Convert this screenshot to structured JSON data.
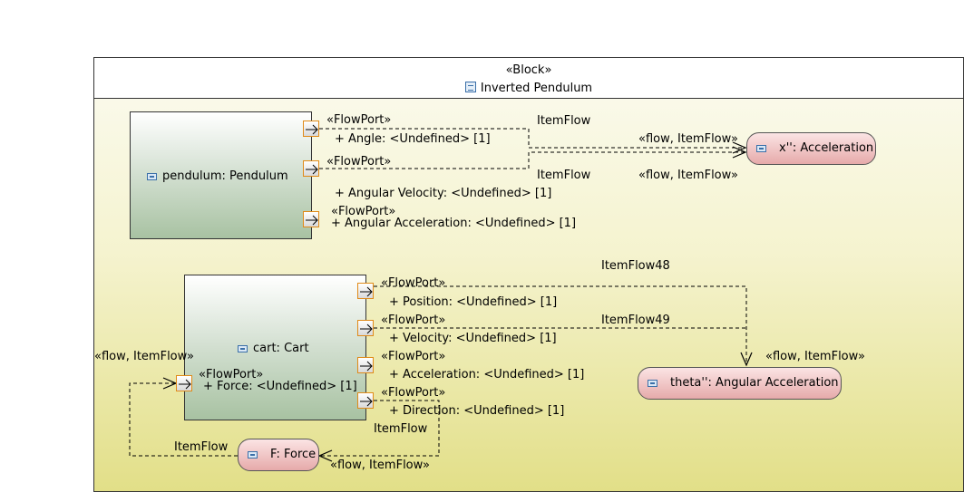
{
  "block": {
    "stereotype": "«Block»",
    "title": "Inverted Pendulum"
  },
  "parts": {
    "pendulum": "pendulum: Pendulum",
    "cart": "cart: Cart"
  },
  "pendulum_ports": {
    "p1_stereo": "«FlowPort»",
    "p1_label": "+ Angle: <Undefined> [1]",
    "p2_stereo": "«FlowPort»",
    "p2_label": "+ Angular Velocity: <Undefined> [1]",
    "p3_stereo": "«FlowPort»",
    "p3_label": "+ Angular Acceleration: <Undefined> [1]"
  },
  "cart_ports": {
    "position_stereo": "«FlowPort»",
    "position_label": "+ Position: <Undefined> [1]",
    "velocity_stereo": "«FlowPort»",
    "velocity_label": "+ Velocity: <Undefined> [1]",
    "acceleration_stereo": "«FlowPort»",
    "acceleration_label": "+ Acceleration: <Undefined> [1]",
    "direction_stereo": "«FlowPort»",
    "direction_label": "+ Direction: <Undefined> [1]",
    "force_stereo": "«FlowPort»",
    "force_label": "+ Force: <Undefined> [1]"
  },
  "properties": {
    "x_acc": "x'': Acceleration",
    "theta_acc": "theta'': Angular Acceleration",
    "force": "F: Force"
  },
  "flow_labels": {
    "itemflow_top": "ItemFlow",
    "itemflow_mid": "ItemFlow",
    "flow_top": "«flow, ItemFlow»",
    "flow_mid": "«flow, ItemFlow»",
    "itemflow48": "ItemFlow48",
    "itemflow49": "ItemFlow49",
    "flow_theta": "«flow, ItemFlow»",
    "flow_left": "«flow, ItemFlow»",
    "itemflow_dir": "ItemFlow",
    "itemflow_force": "ItemFlow",
    "flow_force": "«flow, ItemFlow»"
  }
}
